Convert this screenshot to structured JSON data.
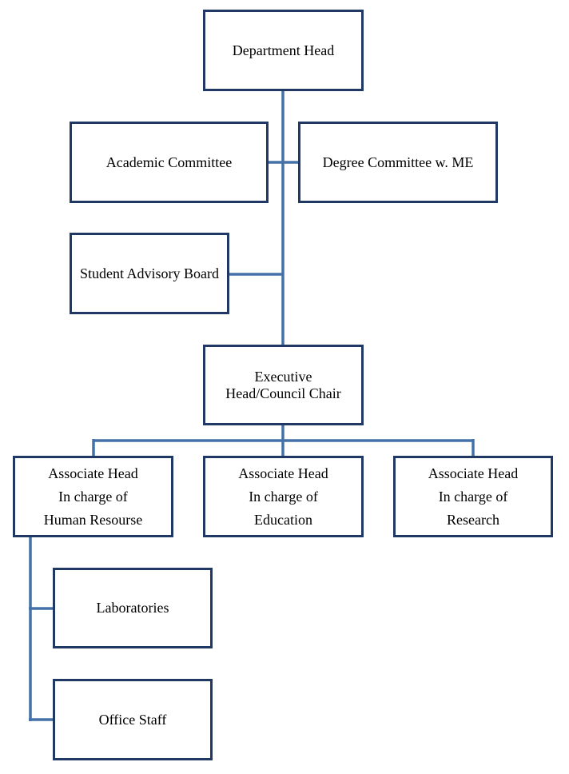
{
  "colors": {
    "box_border": "#1f3864",
    "connector": "#4472a8"
  },
  "nodes": {
    "department_head": "Department Head",
    "academic_committee": "Academic Committee",
    "degree_committee": "Degree Committee w. ME",
    "student_advisory_board": "Student Advisory Board",
    "executive_head": [
      "Executive",
      "Head/Council Chair"
    ],
    "associate_hr": [
      "Associate Head",
      "In charge of",
      "Human Resourse"
    ],
    "associate_education": [
      "Associate Head",
      "In charge of",
      "Education"
    ],
    "associate_research": [
      "Associate Head",
      "In charge of",
      "Research"
    ],
    "laboratories": "Laboratories",
    "office_staff": "Office Staff"
  }
}
